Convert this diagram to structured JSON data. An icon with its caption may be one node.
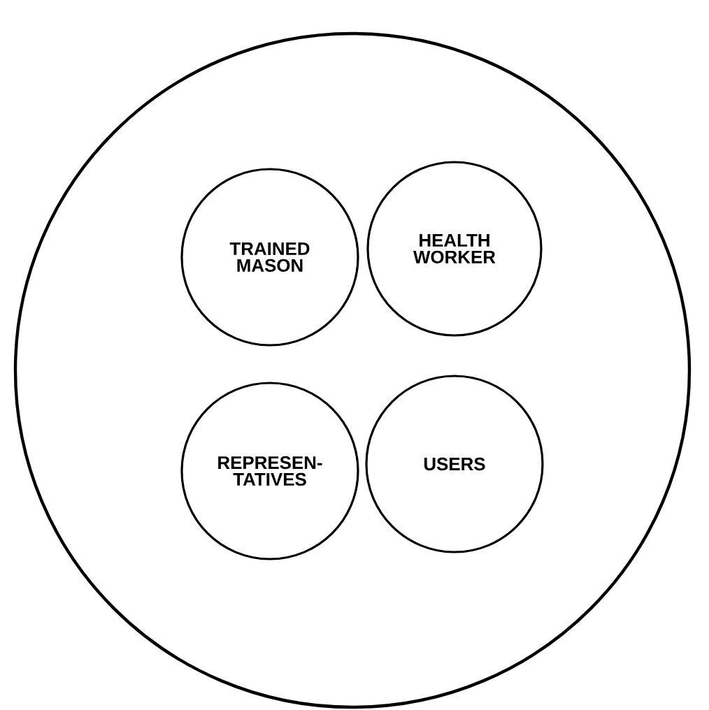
{
  "diagram": {
    "nodes": [
      {
        "text": [],
        "shape": "circle"
      },
      {
        "text": [
          "TRAINED MASON"
        ],
        "in": 0
      },
      {
        "text": [
          "HEALTH WORKER"
        ],
        "in": 0
      },
      {
        "text": [
          "REPRESEN- TATIVES"
        ],
        "in": 0
      },
      {
        "text": [
          "USERS"
        ],
        "in": 0
      }
    ]
  }
}
